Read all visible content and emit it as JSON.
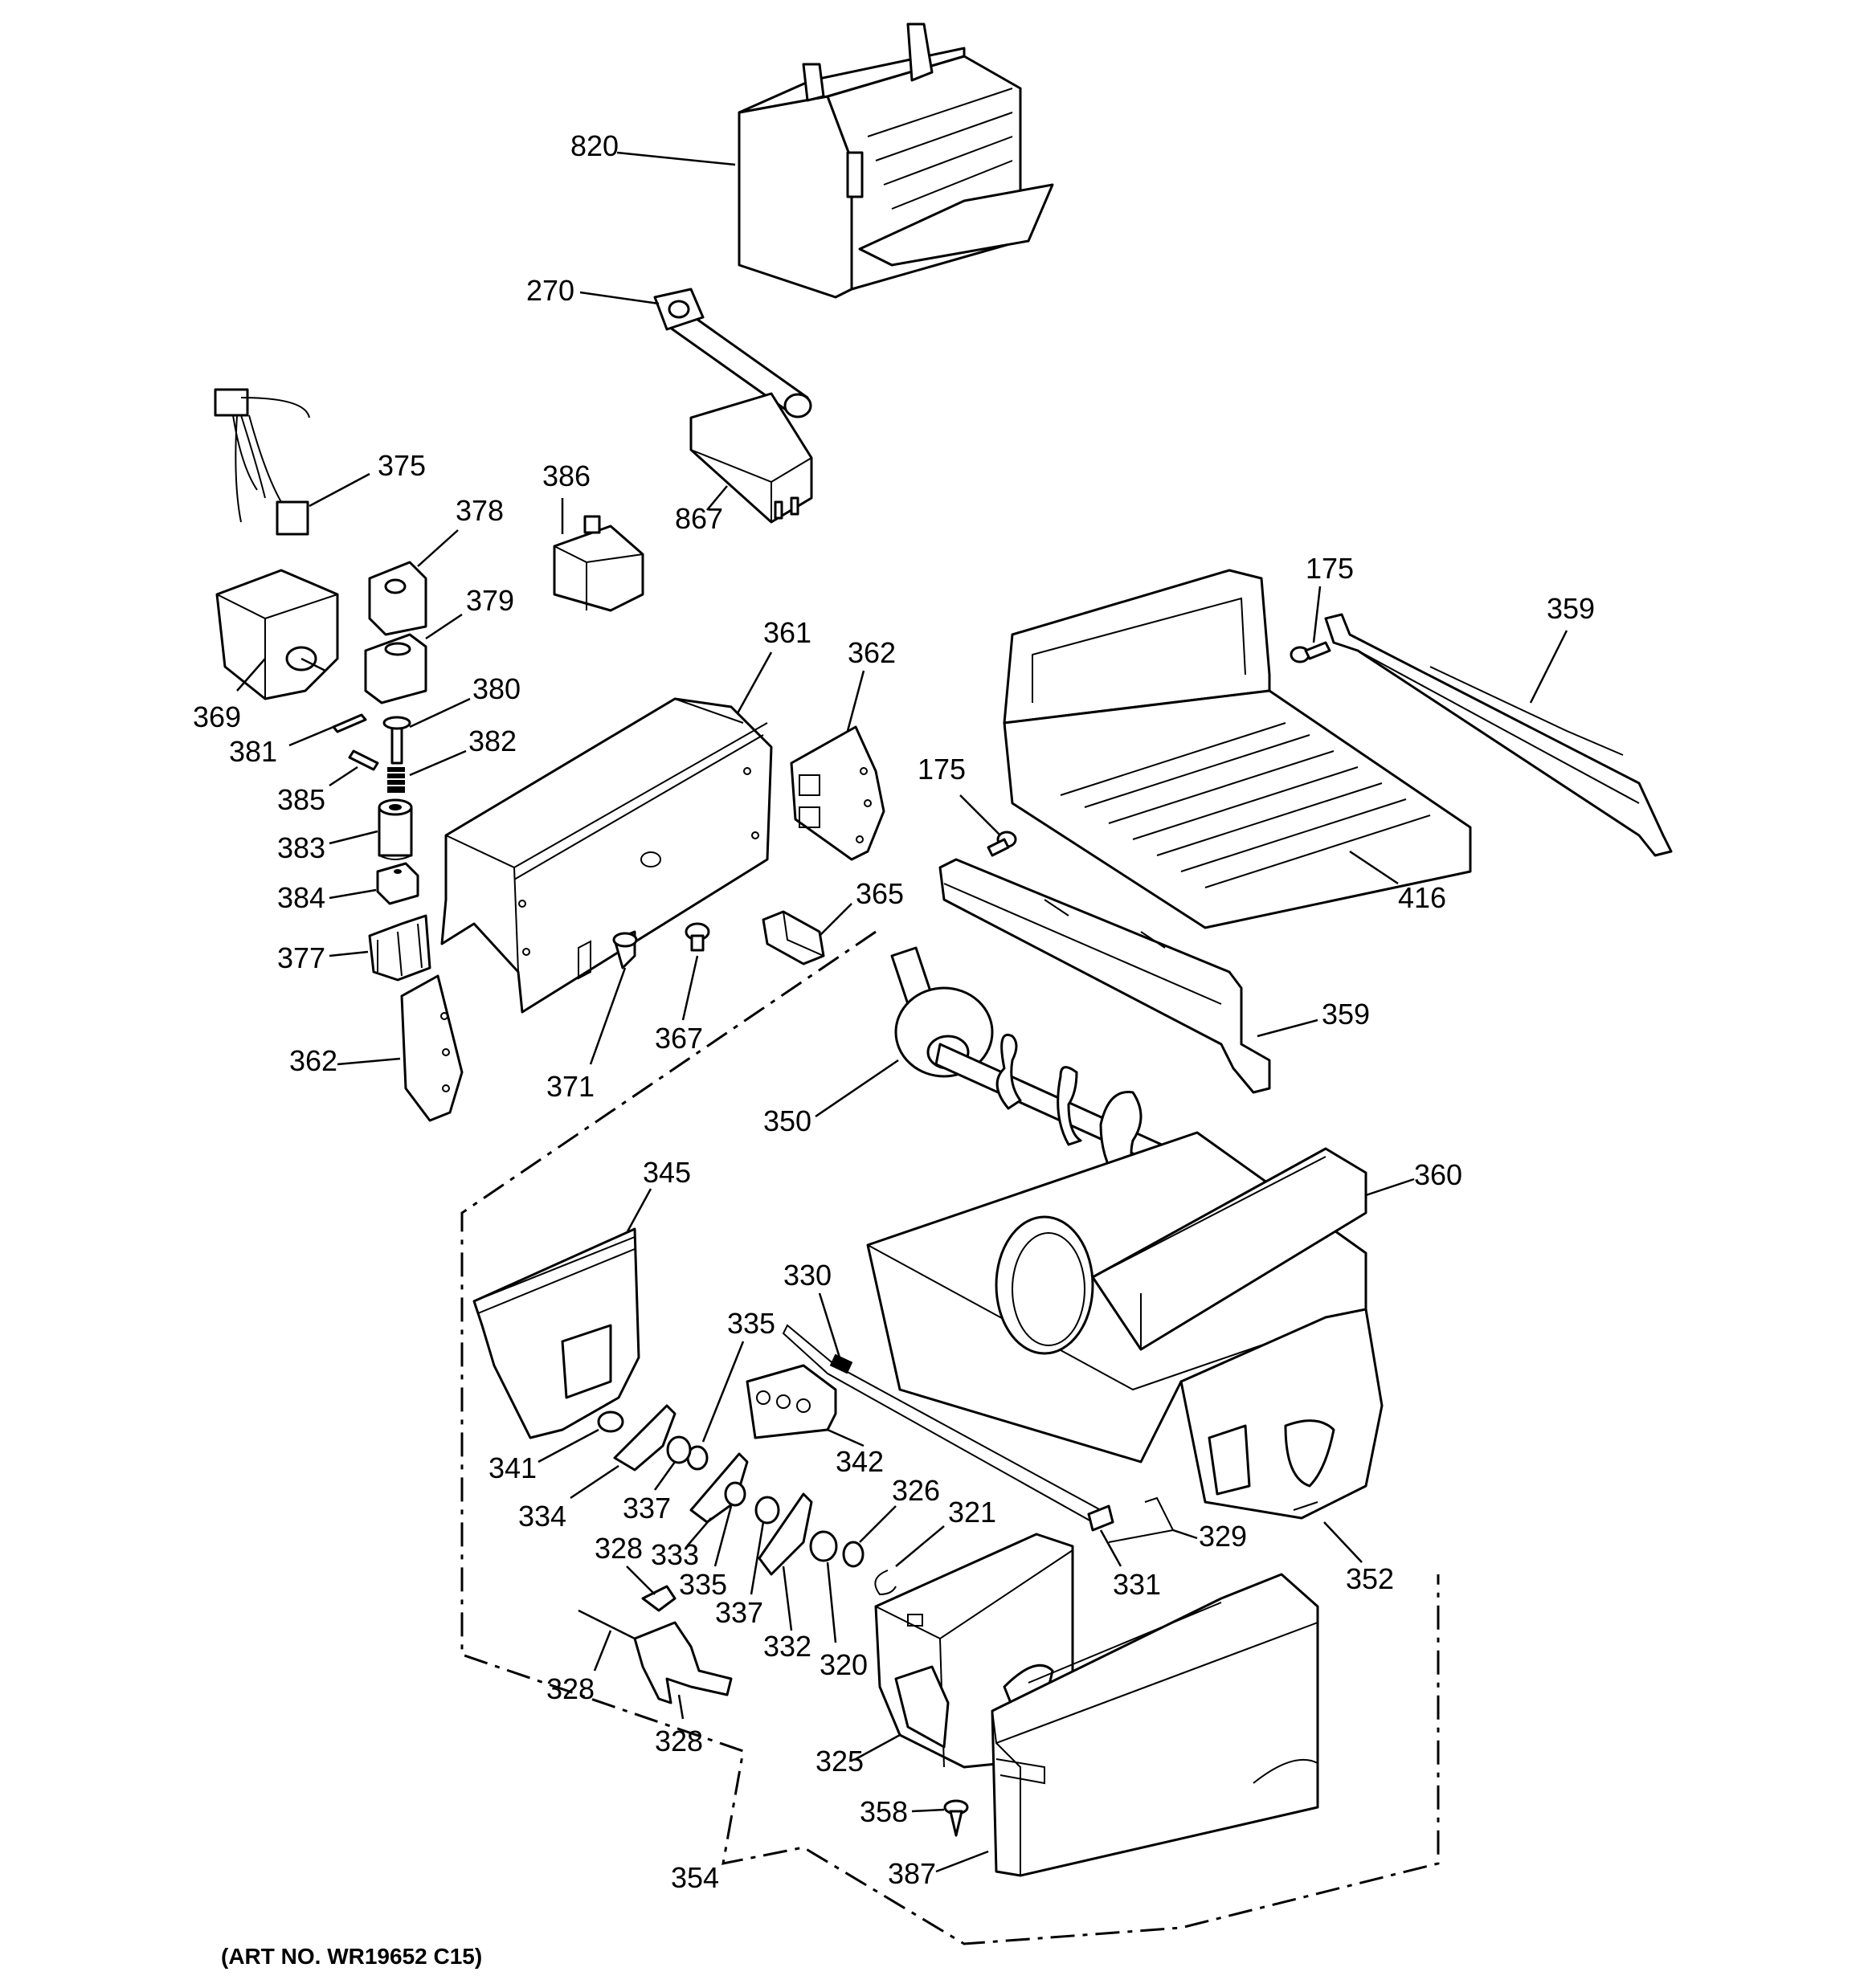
{
  "art_number": "(ART NO. WR19652 C15)",
  "callouts": {
    "p820": "820",
    "p270": "270",
    "p867": "867",
    "p375": "375",
    "p386": "386",
    "p378": "378",
    "p379": "379",
    "p369": "369",
    "p380": "380",
    "p381": "381",
    "p385": "385",
    "p382": "382",
    "p383": "383",
    "p384": "384",
    "p377": "377",
    "p362a": "362",
    "p362b": "362",
    "p361": "361",
    "p371": "371",
    "p367": "367",
    "p365": "365",
    "p175a": "175",
    "p175b": "175",
    "p359a": "359",
    "p359b": "359",
    "p416": "416",
    "p350": "350",
    "p360": "360",
    "p345": "345",
    "p330": "330",
    "p335a": "335",
    "p335b": "335",
    "p342": "342",
    "p341": "341",
    "p334": "334",
    "p337a": "337",
    "p337b": "337",
    "p333": "333",
    "p326": "326",
    "p321": "321",
    "p329": "329",
    "p331": "331",
    "p352": "352",
    "p328a": "328",
    "p328b": "328",
    "p328c": "328",
    "p332": "332",
    "p320": "320",
    "p325": "325",
    "p358": "358",
    "p354": "354",
    "p387": "387"
  }
}
